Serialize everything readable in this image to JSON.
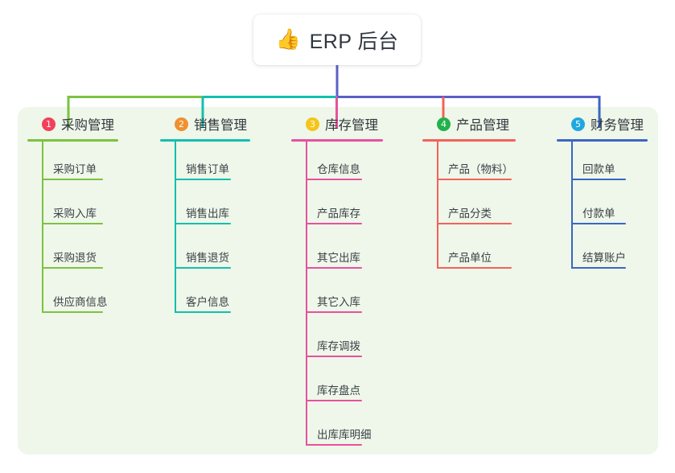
{
  "diagram": {
    "type": "mind-map",
    "root": {
      "icon": "thumbs-up-icon",
      "emoji": "👍",
      "title": "ERP 后台"
    },
    "panel_color": "#eef7e9",
    "root_card_color": "#ffffff",
    "stem_color": "#5b5fc7",
    "branches": [
      {
        "number": "1",
        "label": "采购管理",
        "badge_color": "#f2415a",
        "line_color": "#7cc242",
        "items": [
          {
            "label": "采购订单"
          },
          {
            "label": "采购入库"
          },
          {
            "label": "采购退货"
          },
          {
            "label": "供应商信息"
          }
        ]
      },
      {
        "number": "2",
        "label": "销售管理",
        "badge_color": "#f0902f",
        "line_color": "#13bfae",
        "items": [
          {
            "label": "销售订单"
          },
          {
            "label": "销售出库"
          },
          {
            "label": "销售退货"
          },
          {
            "label": "客户信息"
          }
        ]
      },
      {
        "number": "3",
        "label": "库存管理",
        "badge_color": "#f5c518",
        "line_color": "#e8509f",
        "items": [
          {
            "label": "仓库信息"
          },
          {
            "label": "产品库存"
          },
          {
            "label": "其它出库"
          },
          {
            "label": "其它入库"
          },
          {
            "label": "库存调拨"
          },
          {
            "label": "库存盘点"
          },
          {
            "label": "出库库明细"
          }
        ]
      },
      {
        "number": "4",
        "label": "产品管理",
        "badge_color": "#22b14c",
        "line_color": "#f4615c",
        "items": [
          {
            "label": "产品（物料）"
          },
          {
            "label": "产品分类"
          },
          {
            "label": "产品单位"
          }
        ]
      },
      {
        "number": "5",
        "label": "财务管理",
        "badge_color": "#21a7e0",
        "line_color": "#3b66c4",
        "items": [
          {
            "label": "回款单"
          },
          {
            "label": "付款单"
          },
          {
            "label": "结算账户"
          }
        ]
      }
    ]
  }
}
